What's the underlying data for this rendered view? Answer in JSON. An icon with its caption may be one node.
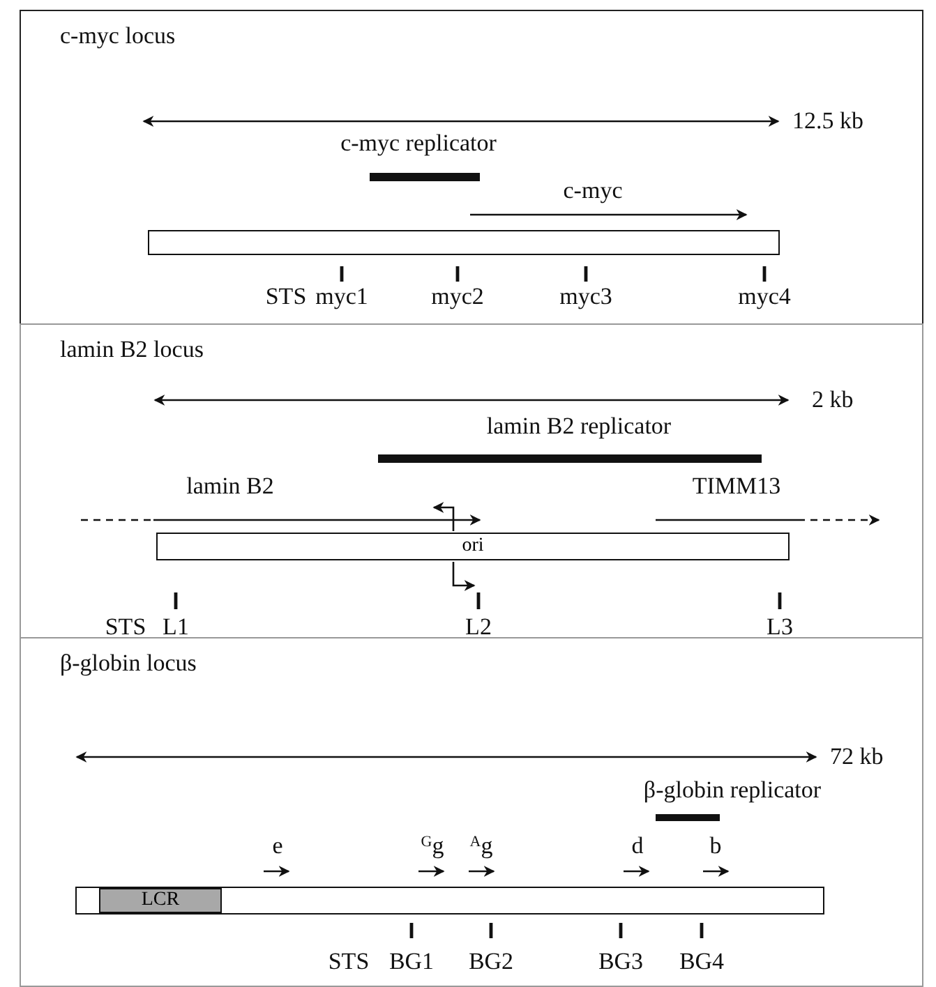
{
  "diagram": {
    "nodes": [
      {
        "text": [
          "c-myc locus"
        ]
      },
      {
        "text": [],
        "shape": "box",
        "in": 0
      },
      {
        "text": [
          "lamin B2 locus"
        ]
      },
      {
        "text": [
          "ori"
        ],
        "in": 2
      },
      {
        "text": [
          "β-globin locus"
        ]
      },
      {
        "text": [],
        "shape": "box",
        "in": 4
      },
      {
        "text": [
          "LCR"
        ],
        "in": 5
      }
    ],
    "labels": [
      "12.5 kb",
      "c-myc replicator",
      "c-myc",
      "STS",
      "myc1",
      "myc2",
      "myc3",
      "myc4",
      "2 kb",
      "lamin B2 replicator",
      "lamin B2",
      "TIMM13",
      "STS",
      "L1",
      "L2",
      "L3",
      "72 kb",
      "β-globin replicator",
      "e",
      "$^{G}$g",
      "$^{A}$g",
      "d",
      "b",
      "STS",
      "BG1",
      "BG2",
      "BG3",
      "BG4"
    ]
  }
}
